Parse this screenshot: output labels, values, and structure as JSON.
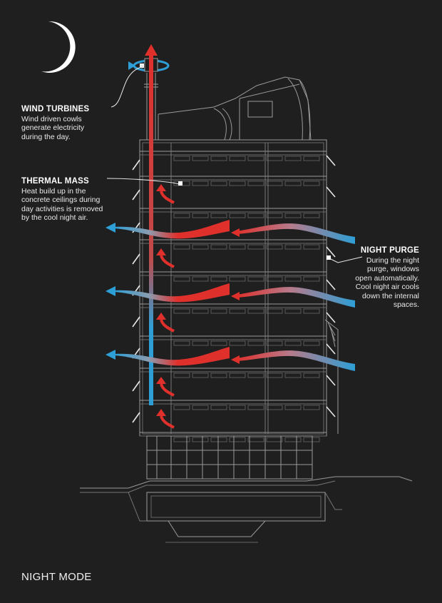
{
  "mode_label": "NIGHT MODE",
  "callouts": {
    "wind_turbines": {
      "title": "WIND TURBINES",
      "lines": [
        "Wind driven cowls",
        "generate electricity",
        "during the day."
      ]
    },
    "thermal_mass": {
      "title": "THERMAL MASS",
      "lines": [
        "Heat build up in the",
        "concrete ceilings during",
        "day activities is removed",
        "by the cool night air."
      ]
    },
    "night_purge": {
      "title": "NIGHT PURGE",
      "lines": [
        "During the night",
        "purge, windows",
        "open automatically.",
        "Cool night air cools",
        "down the internal",
        "spaces."
      ]
    }
  },
  "colors": {
    "background": "#1f1f1f",
    "linework": "#9a9a9a",
    "cool_air": "#2e9fd6",
    "warm_air": "#e0302c",
    "moon": "#ffffff"
  },
  "icons": [
    "moon-icon",
    "wind-turbine-icon"
  ]
}
